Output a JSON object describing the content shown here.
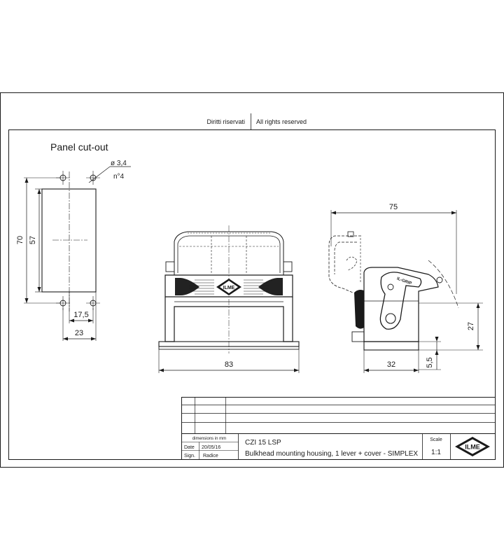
{
  "header": {
    "rights_it": "Diritti riservati",
    "rights_en": "All rights reserved"
  },
  "cutout": {
    "title": "Panel cut-out",
    "hole_diameter": "ø 3,4",
    "hole_count": "n°4",
    "dim_height_outer": "70",
    "dim_height_inner": "57",
    "dim_hole_spacing": "17,5",
    "dim_width": "23"
  },
  "front_view": {
    "dim_width": "83",
    "logo_text": "ILME"
  },
  "side_view": {
    "dim_overall": "75",
    "dim_height": "27",
    "dim_base": "32",
    "dim_flange": "5,5",
    "lever_text": "IL-GRIP"
  },
  "title_block": {
    "units_note": "dimensions in mm",
    "date_label": "Date",
    "date_value": "20/05/16",
    "sign_label": "Sign.",
    "sign_value": "Radice",
    "part_code": "CZI 15 LSP",
    "description": "Bulkhead mounting housing, 1 lever + cover - SIMPLEX",
    "scale_label": "Scale",
    "scale_value": "1:1",
    "logo_text": "ILME"
  }
}
